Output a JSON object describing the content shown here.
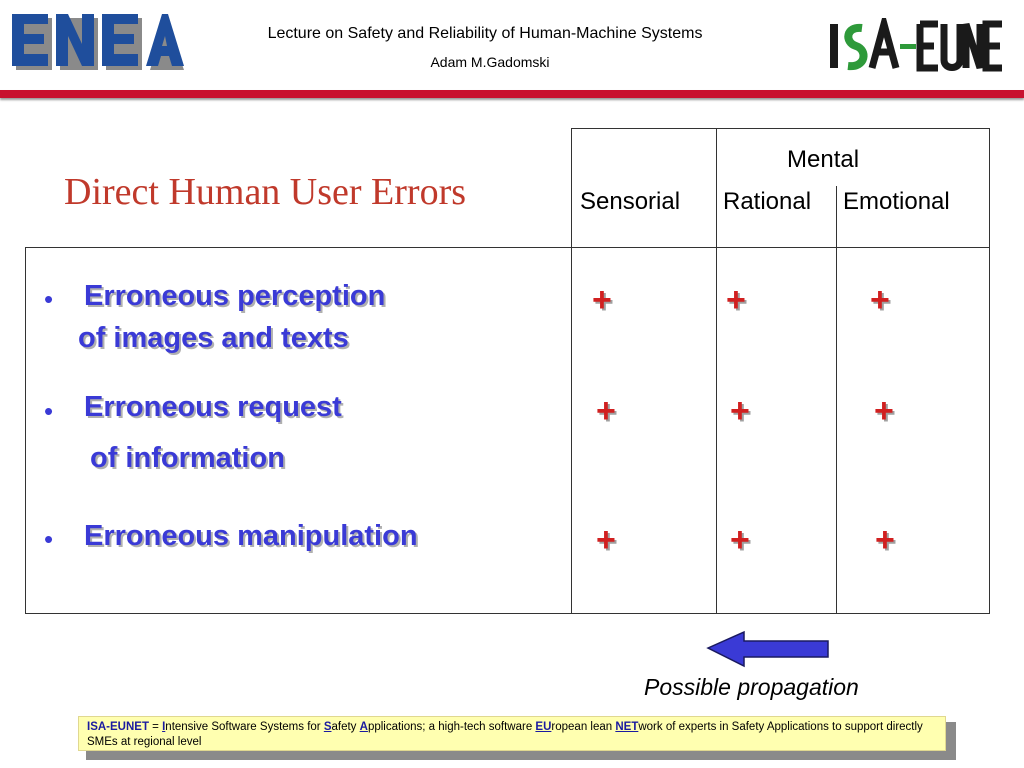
{
  "header": {
    "left_logo_text": "ENEA",
    "title": "Lecture on Safety and Reliability of Human-Machine Systems",
    "author": "Adam M.Gadomski",
    "right_logo_text": "ISA-EUNET"
  },
  "slide": {
    "title": "Direct Human User Errors",
    "group_header": "Mental",
    "columns": [
      "Sensorial",
      "Rational",
      "Emotional"
    ],
    "rows": [
      {
        "line1": "Erroneous perception",
        "line2": "of images and texts",
        "marks": [
          "+",
          "+",
          "+"
        ]
      },
      {
        "line1": "Erroneous request",
        "line2": "of information",
        "marks": [
          "+",
          "+",
          "+"
        ]
      },
      {
        "line1": "Erroneous manipulation",
        "line2": "",
        "marks": [
          "+",
          "+",
          "+"
        ]
      }
    ],
    "bullet": "•",
    "arrow_icon": "left-arrow-icon",
    "caption": "Possible propagation"
  },
  "footer": {
    "lead": "ISA-EUNET",
    "eq": " = ",
    "p1": "I",
    "t1": "ntensive Software Systems for ",
    "p2": "S",
    "t2": "afety ",
    "p3": "A",
    "t3": "pplications; a high-tech software ",
    "p4": "EU",
    "t4": "ropean lean ",
    "p5": "NET",
    "t5": "work of experts in Safety Applications to support directly SMEs at regional level"
  },
  "colors": {
    "accent_red": "#c8102e",
    "title_red": "#c0392b",
    "item_blue": "#3a3ad6",
    "plus_red": "#d12020",
    "footer_bg": "#ffffb0"
  }
}
